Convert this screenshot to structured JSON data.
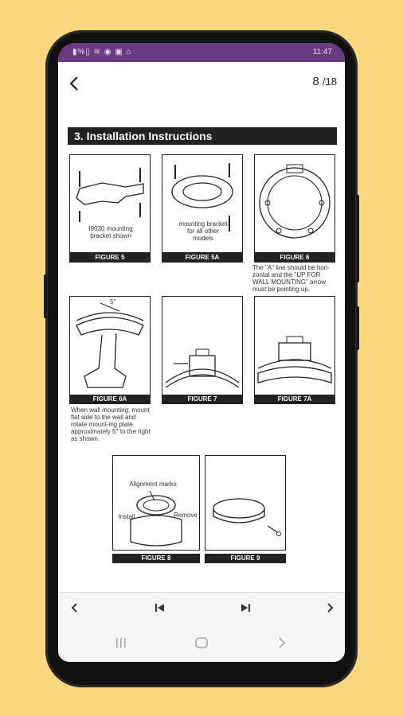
{
  "status": {
    "icons": "▮%▯ ≋ ◉ ▣ ⌂",
    "time": "11:47"
  },
  "page": {
    "current": "8",
    "total": "/18"
  },
  "section": {
    "title": "3. Installation Instructions"
  },
  "figures": {
    "fig5": {
      "caption": "FIGURE 5",
      "text": "I9030 mounting bracket shown"
    },
    "fig5a": {
      "caption": "FIGURE 5A",
      "text": "mounting bracket for all other models"
    },
    "fig6": {
      "caption": "FIGURE 6",
      "note": "The \"A\" line should be hori-zontal and the \"UP FOR WALL MOUNTING\" arrow must be pointing up."
    },
    "fig6a": {
      "caption": "FIGURE 6A",
      "angle": "5°",
      "note": "When wall mounting, mount flat side to the wall and rotate mount-ing plate approximately 5° to the right as shown."
    },
    "fig7": {
      "caption": "FIGURE 7"
    },
    "fig7a": {
      "caption": "FIGURE 7A"
    },
    "fig8": {
      "caption": "FIGURE 8",
      "label_align": "Alignment marks",
      "label_install": "Install",
      "label_remove": "Remove"
    },
    "fig9": {
      "caption": "FIGURE 9"
    }
  },
  "icons": {
    "back": "arrow-left-icon",
    "prev_page": "chevron-left-icon",
    "first_page": "skip-first-icon",
    "last_page": "skip-last-icon",
    "next_page": "chevron-right-icon",
    "recents": "recents-icon",
    "home": "home-icon",
    "sys_back": "system-back-icon"
  }
}
